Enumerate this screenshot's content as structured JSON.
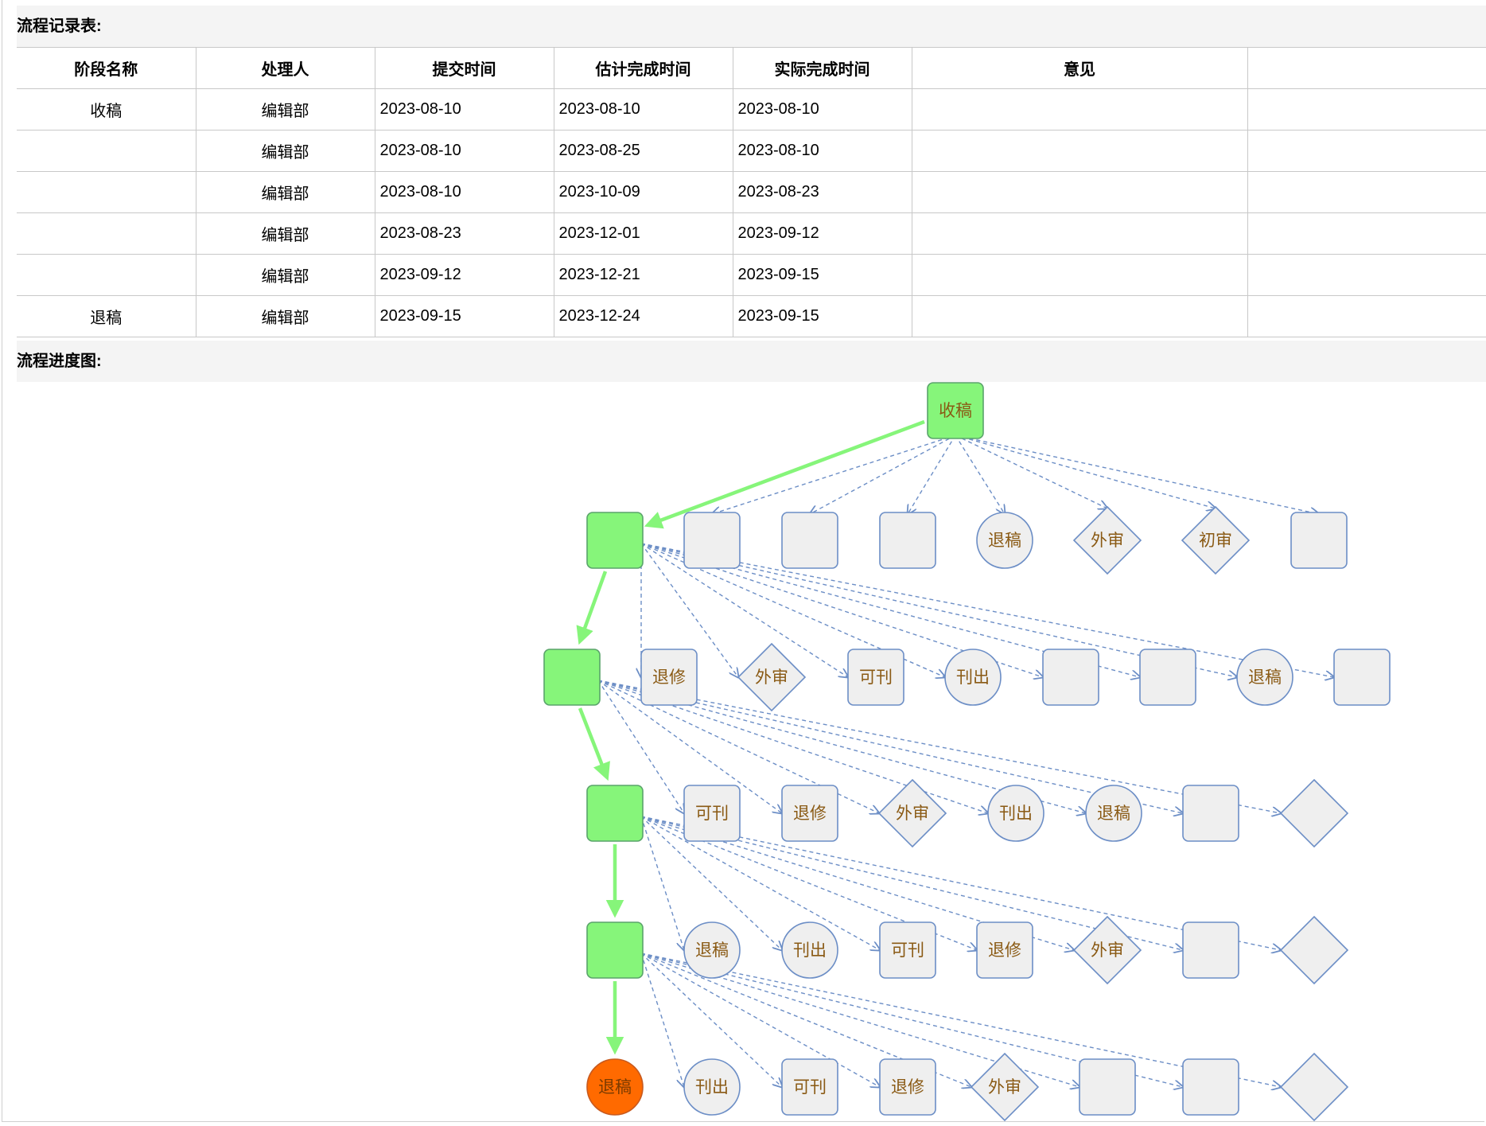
{
  "record_section": {
    "title": "流程记录表:"
  },
  "records": {
    "headers": [
      "阶段名称",
      "处理人",
      "提交时间",
      "估计完成时间",
      "实际完成时间",
      "意见",
      ""
    ],
    "rows": [
      [
        "收稿",
        "编辑部",
        "2023-08-10",
        "2023-08-10",
        "2023-08-10",
        "",
        ""
      ],
      [
        "",
        "编辑部",
        "2023-08-10",
        "2023-08-25",
        "2023-08-10",
        "",
        ""
      ],
      [
        "",
        "编辑部",
        "2023-08-10",
        "2023-10-09",
        "2023-08-23",
        "",
        ""
      ],
      [
        "",
        "编辑部",
        "2023-08-23",
        "2023-12-01",
        "2023-09-12",
        "",
        ""
      ],
      [
        "",
        "编辑部",
        "2023-09-12",
        "2023-12-21",
        "2023-09-15",
        "",
        ""
      ],
      [
        "退稿",
        "编辑部",
        "2023-09-15",
        "2023-12-24",
        "2023-09-15",
        "",
        ""
      ]
    ]
  },
  "diagram_section": {
    "title": "流程进度图:"
  },
  "diagram": {
    "colors": {
      "active_fill": "#86f57a",
      "active_stroke": "#5aa46b",
      "final_fill": "#ff6a00",
      "inactive_fill": "#efefef",
      "inactive_stroke": "#6c8ec6",
      "path_color": "#86f57a",
      "branch_color": "#6c8ec6"
    },
    "levels": [
      {
        "current": {
          "shape": "rounded-square",
          "label": "收稿",
          "state": "active"
        },
        "options": []
      },
      {
        "current": {
          "shape": "rounded-square",
          "label": "",
          "state": "active"
        },
        "options": [
          {
            "shape": "rounded-square",
            "label": ""
          },
          {
            "shape": "rounded-square",
            "label": ""
          },
          {
            "shape": "rounded-square",
            "label": ""
          },
          {
            "shape": "circle",
            "label": "退稿"
          },
          {
            "shape": "diamond",
            "label": "外审"
          },
          {
            "shape": "diamond",
            "label": "初审"
          },
          {
            "shape": "rounded-square",
            "label": ""
          }
        ]
      },
      {
        "current": {
          "shape": "rounded-square",
          "label": "",
          "state": "active"
        },
        "options": [
          {
            "shape": "rounded-square",
            "label": "退修"
          },
          {
            "shape": "diamond",
            "label": "外审"
          },
          {
            "shape": "rounded-square",
            "label": "可刊"
          },
          {
            "shape": "circle",
            "label": "刊出"
          },
          {
            "shape": "rounded-square",
            "label": ""
          },
          {
            "shape": "rounded-square",
            "label": ""
          },
          {
            "shape": "circle",
            "label": "退稿"
          },
          {
            "shape": "rounded-square",
            "label": ""
          }
        ]
      },
      {
        "current": {
          "shape": "rounded-square",
          "label": "",
          "state": "active"
        },
        "options": [
          {
            "shape": "rounded-square",
            "label": "可刊"
          },
          {
            "shape": "rounded-square",
            "label": "退修"
          },
          {
            "shape": "diamond",
            "label": "外审"
          },
          {
            "shape": "circle",
            "label": "刊出"
          },
          {
            "shape": "circle",
            "label": "退稿"
          },
          {
            "shape": "rounded-square",
            "label": ""
          },
          {
            "shape": "diamond",
            "label": ""
          }
        ]
      },
      {
        "current": {
          "shape": "rounded-square",
          "label": "",
          "state": "active"
        },
        "options": [
          {
            "shape": "circle",
            "label": "退稿"
          },
          {
            "shape": "circle",
            "label": "刊出"
          },
          {
            "shape": "rounded-square",
            "label": "可刊"
          },
          {
            "shape": "rounded-square",
            "label": "退修"
          },
          {
            "shape": "diamond",
            "label": "外审"
          },
          {
            "shape": "rounded-square",
            "label": ""
          },
          {
            "shape": "diamond",
            "label": ""
          }
        ]
      },
      {
        "current": {
          "shape": "circle",
          "label": "退稿",
          "state": "final"
        },
        "options": [
          {
            "shape": "circle",
            "label": "刊出"
          },
          {
            "shape": "rounded-square",
            "label": "可刊"
          },
          {
            "shape": "rounded-square",
            "label": "退修"
          },
          {
            "shape": "diamond",
            "label": "外审"
          },
          {
            "shape": "rounded-square",
            "label": ""
          },
          {
            "shape": "rounded-square",
            "label": ""
          },
          {
            "shape": "diamond",
            "label": ""
          }
        ]
      }
    ]
  }
}
